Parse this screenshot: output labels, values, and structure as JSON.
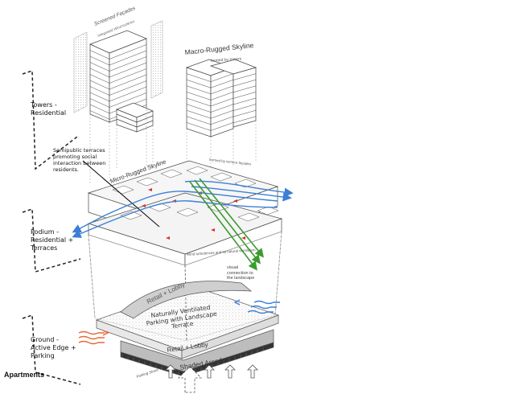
{
  "labels": {
    "screened_facades": "Screened Façades",
    "wind_turbines": "Integrated Wind turbines",
    "macro_skyline": "Macro-Rugged Skyline",
    "macro_skyline_sub": "formed by towers",
    "towers": "Towers -\nResidential",
    "semipublic": "Semipublic terraces\npromoting social\ninteraction between\nresidents.",
    "micro_skyline": "Micro-Rugged Skyline",
    "micro_skyline_sub": "formed by terrace façades",
    "podium": "Podium -\nResidential +\nTerraces",
    "wind_note": "Wind turbulences and its natural ventilation",
    "visual": "visual\nconnection to\nthe landscape",
    "retail_lobby_top": "Retail + Lobby",
    "parking": "Naturally Ventilated\nParking with Landscape\nTerrace",
    "retail_lobby_bottom": "Retail + Lobby",
    "shaded_arcade": "Shaded Arcade",
    "street": "Parking Street",
    "ground": "Ground -\nActive Edge +\nParking",
    "apartments": "Apartments"
  },
  "colors": {
    "wind_blue": "#3b7fd6",
    "sun_orange": "#e8683a",
    "view_green": "#3c9a2e",
    "line_gray": "#777777",
    "accent_red": "#d6332b"
  }
}
